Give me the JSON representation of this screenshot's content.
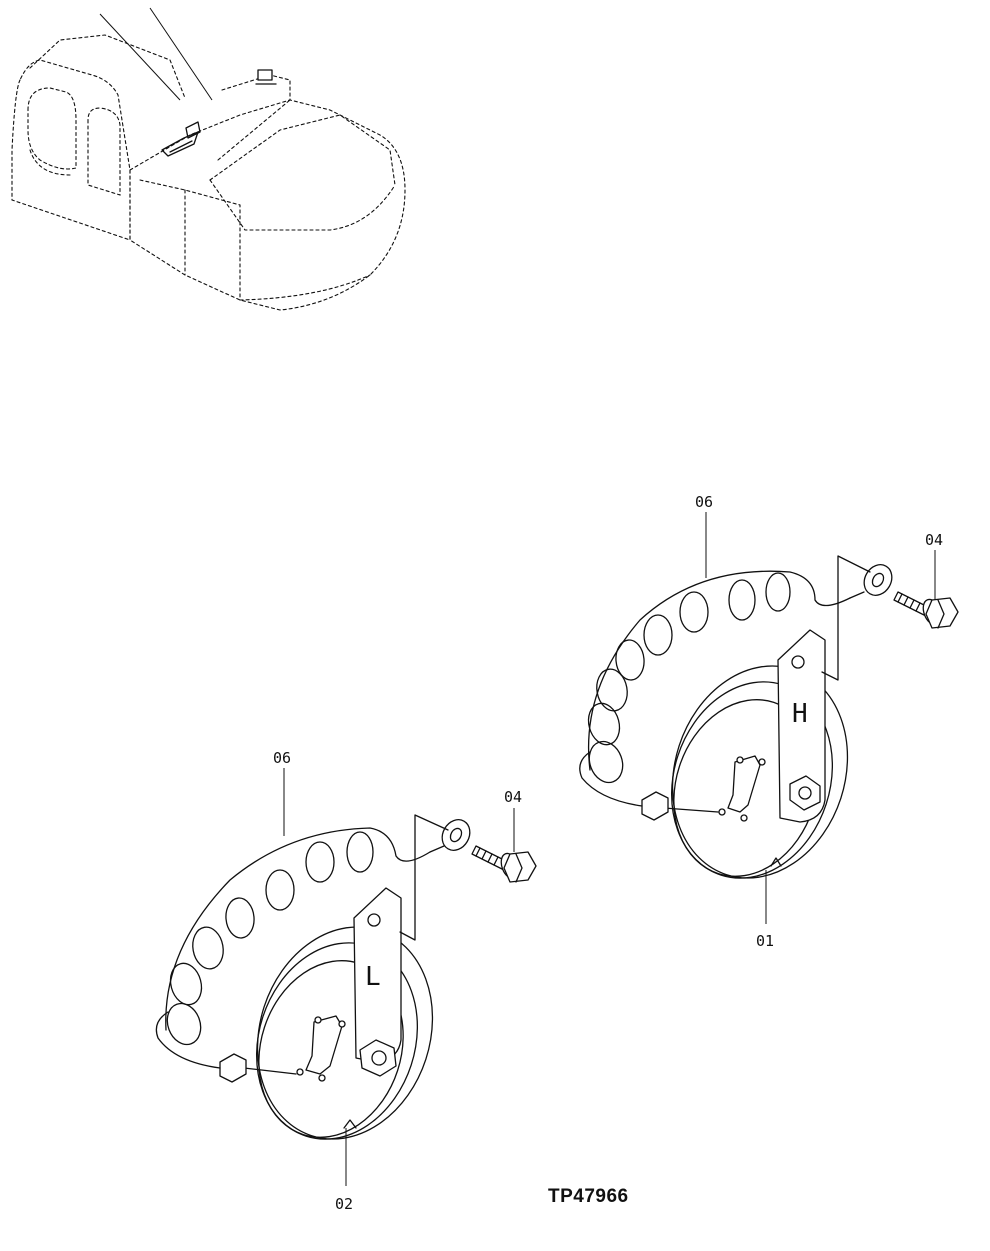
{
  "drawing": {
    "number": "TP47966"
  },
  "callouts": {
    "horn_high": "01",
    "horn_low": "02",
    "bolt_upper": "04",
    "bolt_lower": "04",
    "harness_upper": "06",
    "harness_lower": "06"
  },
  "bracket_marks": {
    "high": "H",
    "low": "L"
  }
}
